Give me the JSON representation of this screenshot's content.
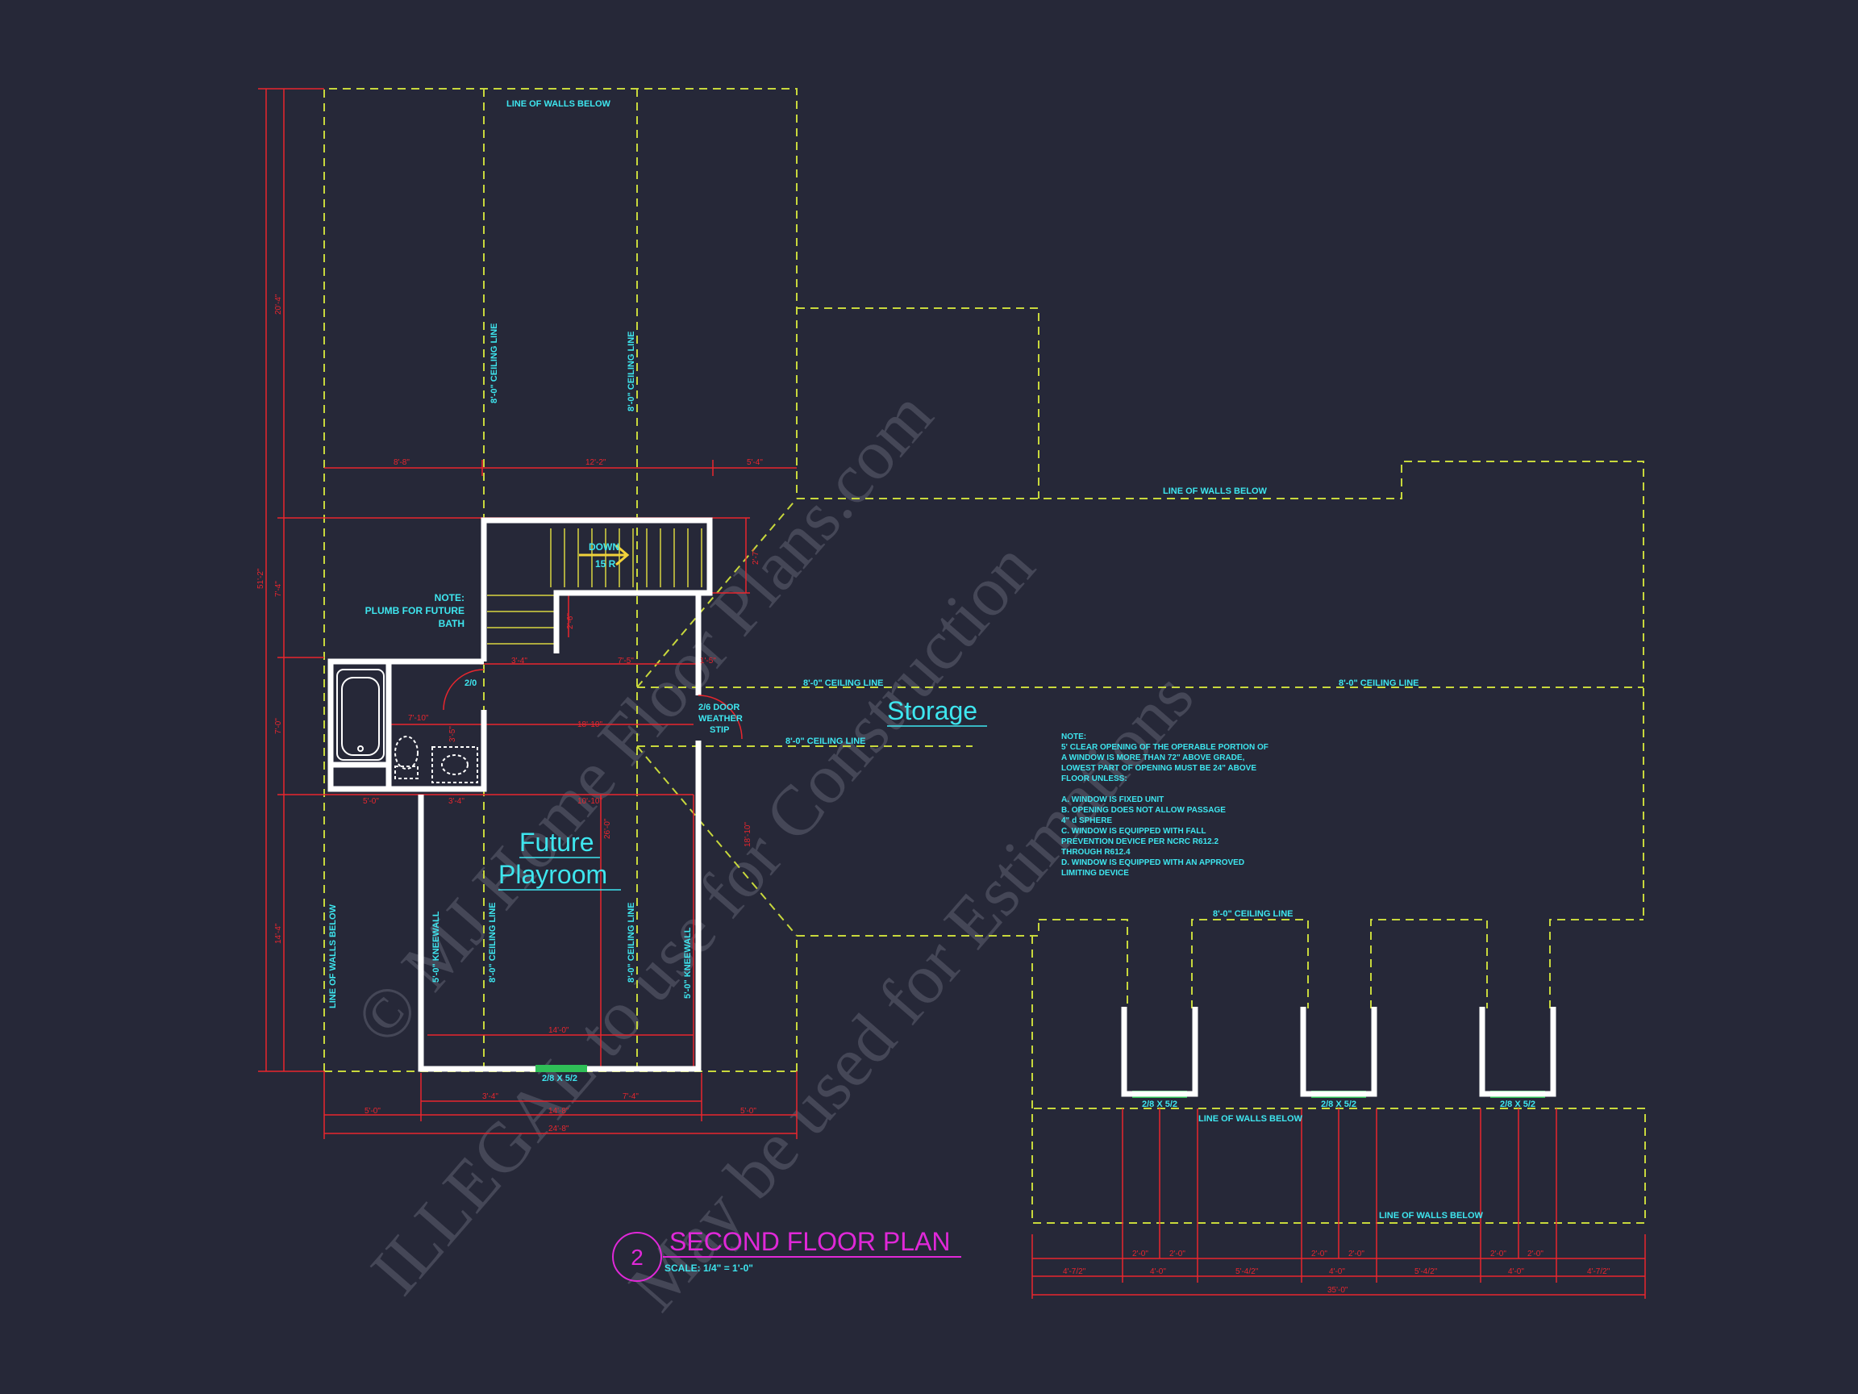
{
  "colors": {
    "background": "#262838",
    "dashed_line": "#c8d83c",
    "dimension": "#e8262e",
    "wall": "#ffffff",
    "label": "#3ee6ef",
    "title": "#e028d8",
    "stair": "#d9d640",
    "arrow": "#f2d23a",
    "window": "#2fbf57",
    "watermark": "#454757"
  },
  "labels": {
    "line_walls_top": "LINE OF WALLS BELOW",
    "ceiling_line_v1": "8'-0\" CEILING LINE",
    "ceiling_line_v2": "8'-0\" CEILING LINE",
    "line_walls_storage": "LINE OF WALLS BELOW",
    "note_plumb_1": "NOTE:",
    "note_plumb_2": "PLUMB FOR FUTURE",
    "note_plumb_3": "BATH",
    "stair_down": "DOWN",
    "stair_risers": "15 R",
    "door_bath": "2/0",
    "door_storage_1": "2/6 DOOR",
    "door_storage_2": "WEATHER",
    "door_storage_3": "STIP",
    "ceiling_storage_1": "8'-0\" CEILING LINE",
    "ceiling_storage_2": "8'-0\" CEILING LINE",
    "ceiling_storage_3": "8'-0\" CEILING LINE",
    "ceiling_dormer": "8'-0\" CEILING LINE",
    "room_storage": "Storage",
    "room_playroom_1": "Future",
    "room_playroom_2": "Playroom",
    "kneewall_left": "5'-0\" KNEEWALL",
    "kneewall_right": "5'-0\" KNEEWALL",
    "ceiling_play_left": "8'-0\" CEILING LINE",
    "ceiling_play_right": "8'-0\" CEILING LINE",
    "line_walls_left": "LINE OF WALLS BELOW",
    "window_playroom": "2/8 X 5/2",
    "window_dormer_1": "2/8 X 5/2",
    "window_dormer_2": "2/8 X 5/2",
    "window_dormer_3": "2/8 X 5/2",
    "line_walls_dormer": "LINE OF WALLS BELOW",
    "line_walls_bottom": "LINE OF WALLS BELOW"
  },
  "egress_note": [
    "NOTE:",
    "5' CLEAR OPENING OF THE OPERABLE PORTION OF",
    "A WINDOW IS MORE THAN 72\" ABOVE GRADE,",
    "LOWEST PART OF OPENING MUST BE 24\" ABOVE",
    "FLOOR UNLESS:",
    "",
    "A.  WINDOW IS FIXED UNIT",
    "B.  OPENING DOES NOT ALLOW PASSAGE",
    "     4\" d SPHERE",
    "C.  WINDOW IS EQUIPPED WITH FALL",
    "     PREVENTION DEVICE PER NCRC R612.2",
    "     THROUGH R612.4",
    "D.  WINDOW IS EQUIPPED WITH AN APPROVED",
    "     LIMITING DEVICE"
  ],
  "dimensions": {
    "left_overall": "51'-2\"",
    "left_top": "20'-4\"",
    "left_stair": "7'-4\"",
    "left_bath": "7'-0\"",
    "left_bottom": "14'-4\"",
    "top_seg1": "8'-8\"",
    "top_seg2": "12'-2\"",
    "top_seg3": "5'-4\"",
    "stair_w1": "3'-4\"",
    "stair_w2": "7'-5\"",
    "stair_w3": "1'-5\"",
    "stair_h": "2'-6\"",
    "stair_side": "2'-7\"",
    "bath_w": "7'-10\"",
    "bath_h": "3'-5\"",
    "hall_w": "18'-10\"",
    "bath_left": "5'-0\"",
    "bath_mid": "3'-4\"",
    "play_top": "10'-10\"",
    "play_right": "18'-10\"",
    "play_mid": "26'-0\"",
    "play_bottom_inner": "14'-0\"",
    "bot_row1_a": "3'-4\"",
    "bot_row1_b": "7'-4\"",
    "bot_row2_a": "5'-0\"",
    "bot_row2_b": "14'-8\"",
    "bot_row2_c": "5'-0\"",
    "bot_overall": "24'-8\"",
    "dormer_a1": "2'-0\"",
    "dormer_a2": "2'-0\"",
    "dormer_b1": "2'-0\"",
    "dormer_b2": "2'-0\"",
    "dormer_c1": "2'-0\"",
    "dormer_c2": "2'-0\"",
    "dormer_row2_1": "4'-7/2\"",
    "dormer_row2_2": "4'-0\"",
    "dormer_row2_3": "5'-4/2\"",
    "dormer_row2_4": "4'-0\"",
    "dormer_row2_5": "5'-4/2\"",
    "dormer_row2_6": "4'-0\"",
    "dormer_row2_7": "4'-7/2\"",
    "dormer_overall": "35'-0\""
  },
  "title": {
    "number": "2",
    "text": "SECOND FLOOR PLAN",
    "scale": "SCALE: 1/4\" = 1'-0\""
  },
  "watermark": {
    "line1": "© MJ Home Floor Plans.com",
    "line2": "ILLEGAL to use for Construction",
    "line3": "May be used for Estimations"
  }
}
